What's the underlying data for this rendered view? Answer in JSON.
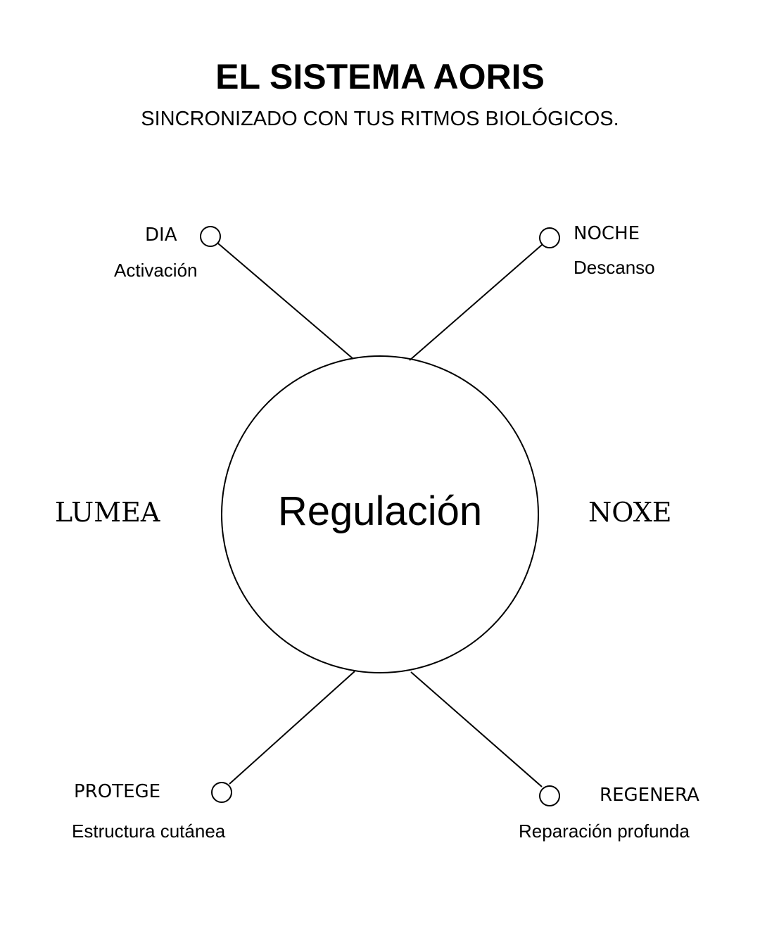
{
  "title": "EL SISTEMA AORIS",
  "subtitle": "SINCRONIZADO CON TUS RITMOS BIOLÓGICOS.",
  "center": "Regulación",
  "left_product": "LUMEA",
  "right_product": "NOXE",
  "nodes": [
    {
      "label": "DIA",
      "desc": "Activación"
    },
    {
      "label": "NOCHE",
      "desc": "Descanso"
    },
    {
      "label": "PROTEGE",
      "desc": "Estructura cutánea"
    },
    {
      "label": "REGENERA",
      "desc": "Reparación profunda"
    }
  ]
}
